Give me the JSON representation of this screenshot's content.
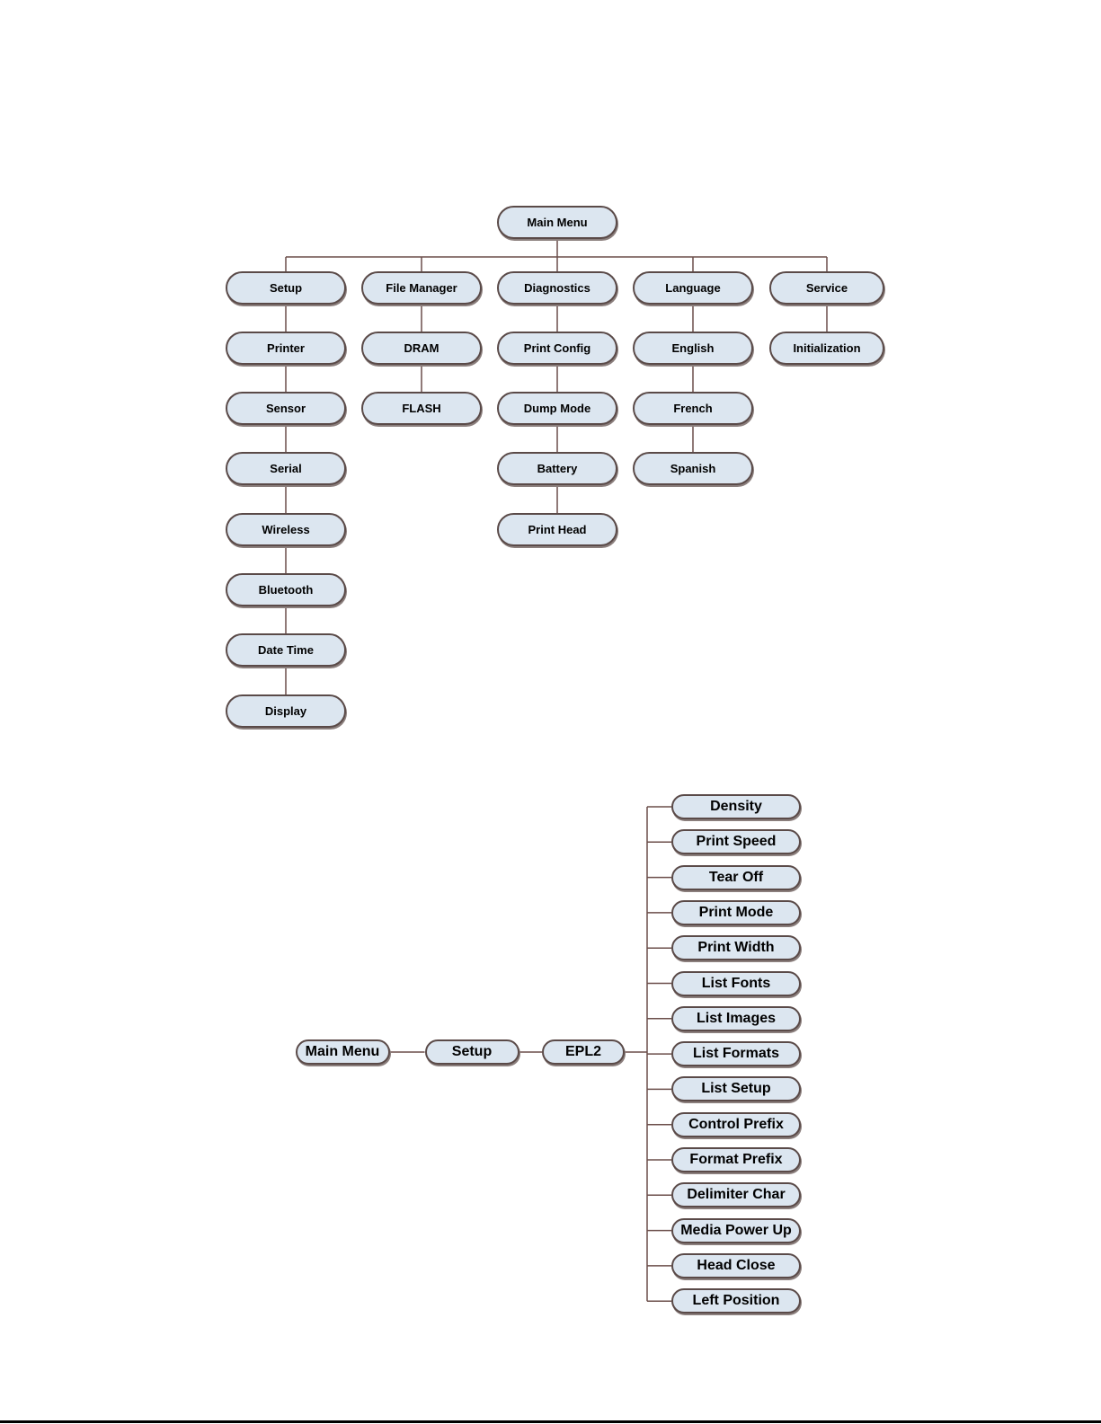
{
  "colors": {
    "node_fill": "#dce6f0",
    "node_border": "#5a4a48",
    "connector": "#6b4e4a"
  },
  "tree1": {
    "root": "Main Menu",
    "columns": [
      {
        "label": "Setup",
        "children": [
          "Printer",
          "Sensor",
          "Serial",
          "Wireless",
          "Bluetooth",
          "Date Time",
          "Display"
        ]
      },
      {
        "label": "File Manager",
        "children": [
          "DRAM",
          "FLASH"
        ]
      },
      {
        "label": "Diagnostics",
        "children": [
          "Print Config",
          "Dump Mode",
          "Battery",
          "Print Head"
        ]
      },
      {
        "label": "Language",
        "children": [
          "English",
          "French",
          "Spanish"
        ]
      },
      {
        "label": "Service",
        "children": [
          "Initialization"
        ]
      }
    ]
  },
  "tree2": {
    "path": [
      "Main Menu",
      "Setup",
      "EPL2"
    ],
    "items": [
      "Density",
      "Print Speed",
      "Tear Off",
      "Print Mode",
      "Print Width",
      "List Fonts",
      "List Images",
      "List Formats",
      "List Setup",
      "Control Prefix",
      "Format Prefix",
      "Delimiter Char",
      "Media Power Up",
      "Head Close",
      "Left Position"
    ]
  }
}
